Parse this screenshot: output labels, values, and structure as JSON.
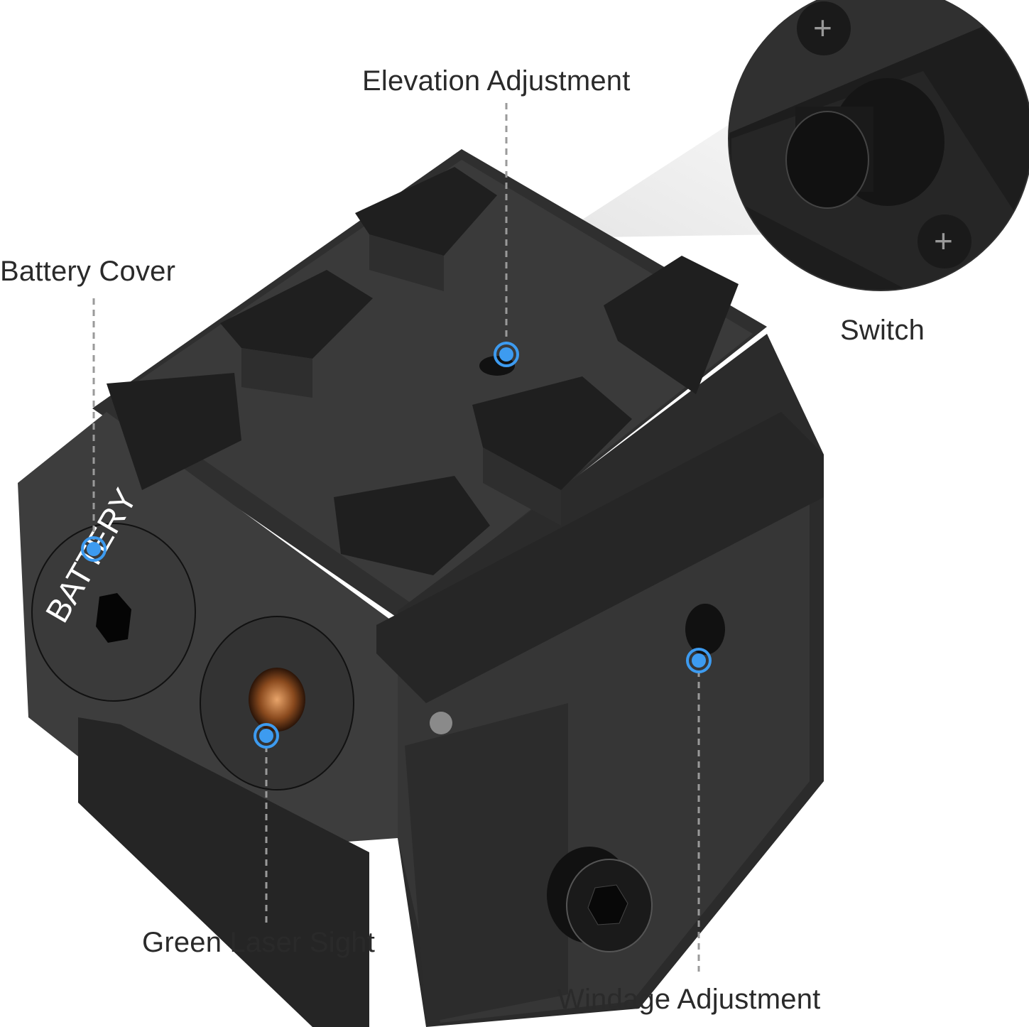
{
  "labels": {
    "elevation": "Elevation Adjustment",
    "battery": "Battery Cover",
    "switch": "Switch",
    "laser": "Green Laser Sight",
    "windage": "Windage Adjustment"
  },
  "product_lettering": {
    "battery_cap": "BATTERY"
  },
  "colors": {
    "marker": "#3d9bf0",
    "body": "#3b3b3b",
    "dark": "#1c1c1c",
    "leader": "#9a9a9a"
  }
}
